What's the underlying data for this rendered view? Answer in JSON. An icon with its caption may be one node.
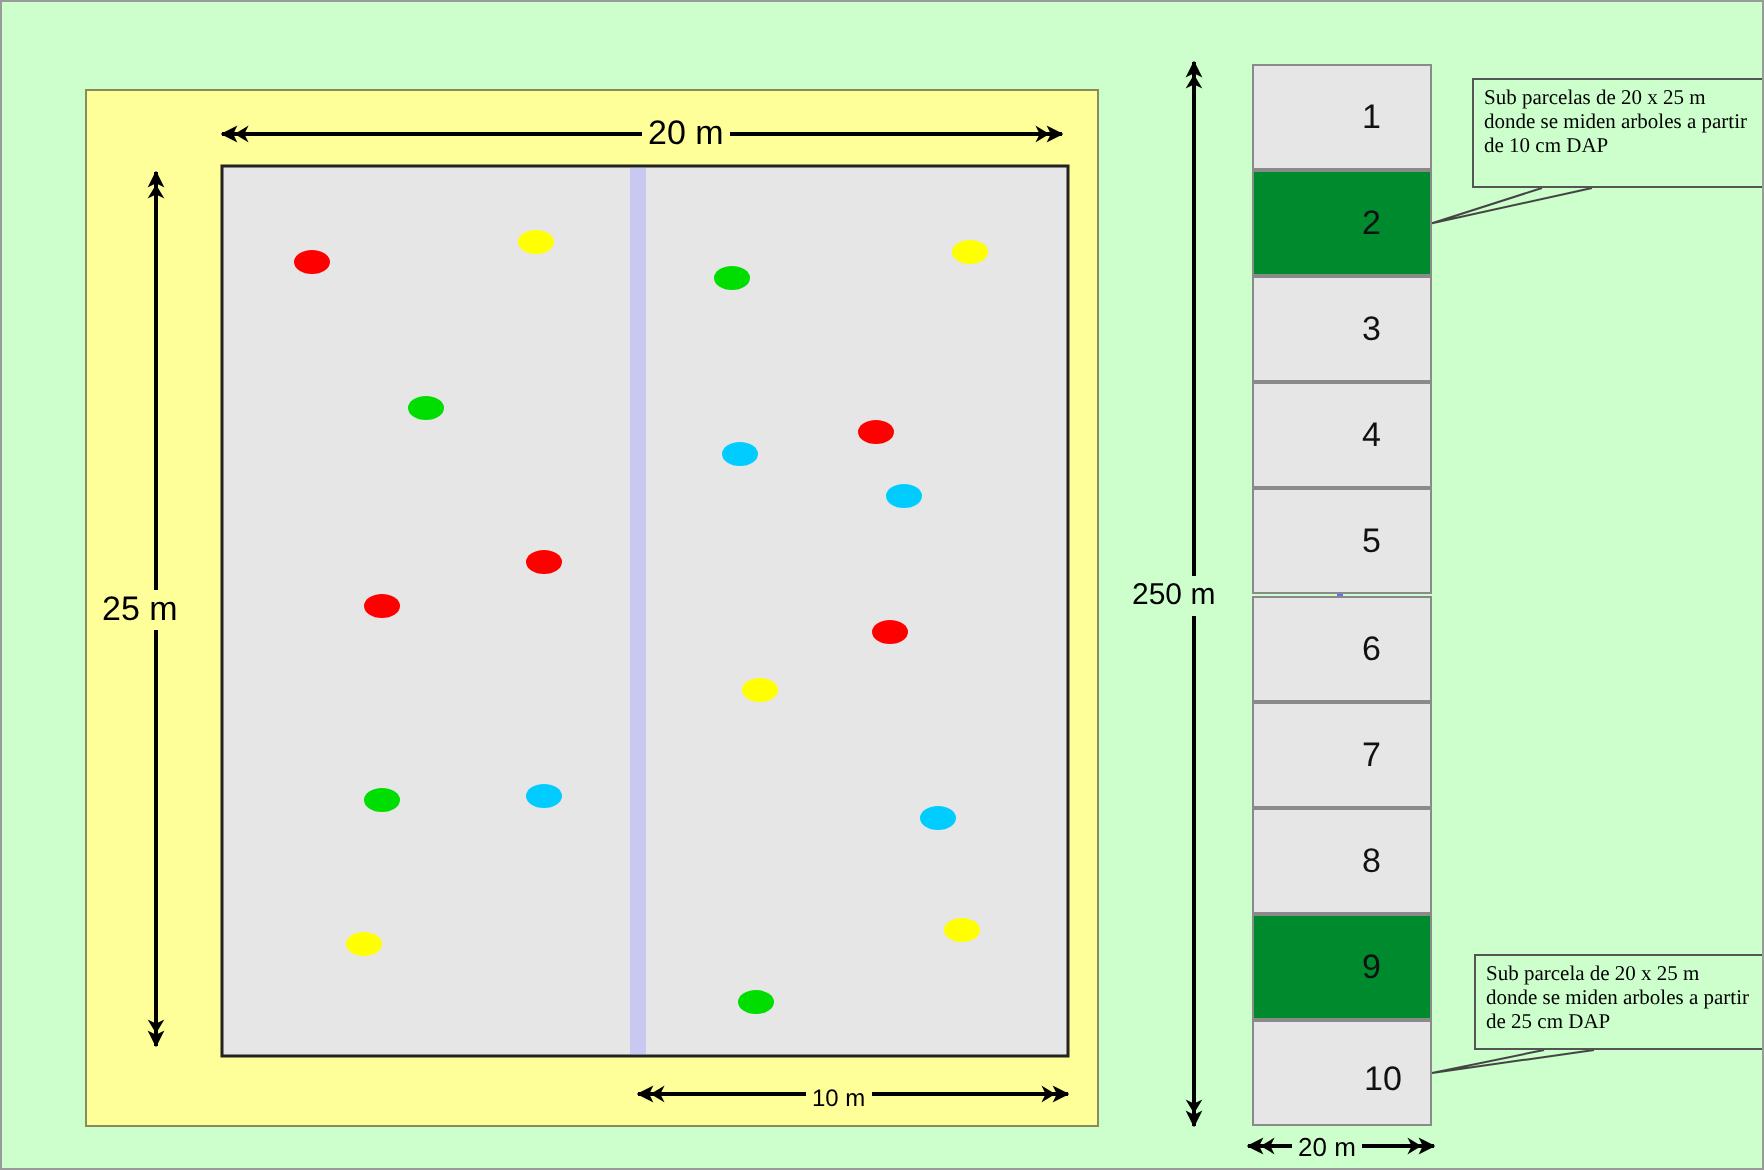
{
  "diagram": {
    "nodes": [
      {
        "text": [
          "1"
        ]
      },
      {
        "text": [
          "2"
        ]
      },
      {
        "text": [
          "3"
        ]
      },
      {
        "text": [
          "4"
        ]
      },
      {
        "text": [
          "5"
        ]
      },
      {
        "text": [
          "6"
        ]
      },
      {
        "text": [
          "7"
        ]
      },
      {
        "text": [
          "8"
        ]
      },
      {
        "text": [
          "9"
        ]
      },
      {
        "text": [
          "10"
        ]
      },
      {
        "text": [
          "Sub parcelas de 20 x 25 m donde se miden arboles a partir de 10 cm DAP"
        ]
      },
      {
        "text": [
          "Sub parcela de 20 x 25 m donde se miden arboles a partir de 25 cm DAP"
        ]
      }
    ],
    "edges": [
      {
        "from": 10,
        "to": 1,
        "arrow": "none"
      },
      {
        "from": 11,
        "to": 9,
        "arrow": "none"
      }
    ],
    "labels": [
      "20 m",
      "25 m",
      "10 m",
      "250 m",
      "20 m"
    ]
  }
}
